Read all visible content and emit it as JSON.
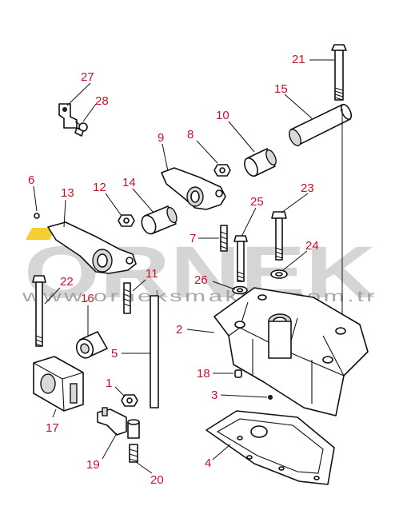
{
  "watermark": {
    "brand": "ORNEK",
    "url": "www.orneksmakina.com.tr"
  },
  "callouts": [
    {
      "id": "1",
      "label": "1"
    },
    {
      "id": "2",
      "label": "2"
    },
    {
      "id": "3",
      "label": "3"
    },
    {
      "id": "4",
      "label": "4"
    },
    {
      "id": "5",
      "label": "5"
    },
    {
      "id": "6",
      "label": "6"
    },
    {
      "id": "7",
      "label": "7"
    },
    {
      "id": "8",
      "label": "8"
    },
    {
      "id": "9",
      "label": "9"
    },
    {
      "id": "10",
      "label": "10"
    },
    {
      "id": "11",
      "label": "11"
    },
    {
      "id": "12",
      "label": "12"
    },
    {
      "id": "13",
      "label": "13"
    },
    {
      "id": "14",
      "label": "14"
    },
    {
      "id": "15",
      "label": "15"
    },
    {
      "id": "16",
      "label": "16"
    },
    {
      "id": "17",
      "label": "17"
    },
    {
      "id": "18",
      "label": "18"
    },
    {
      "id": "19",
      "label": "19"
    },
    {
      "id": "20",
      "label": "20"
    },
    {
      "id": "21",
      "label": "21"
    },
    {
      "id": "22",
      "label": "22"
    },
    {
      "id": "23",
      "label": "23"
    },
    {
      "id": "24",
      "label": "24"
    },
    {
      "id": "25",
      "label": "25"
    },
    {
      "id": "26",
      "label": "26"
    },
    {
      "id": "27",
      "label": "27"
    },
    {
      "id": "28",
      "label": "28"
    }
  ]
}
